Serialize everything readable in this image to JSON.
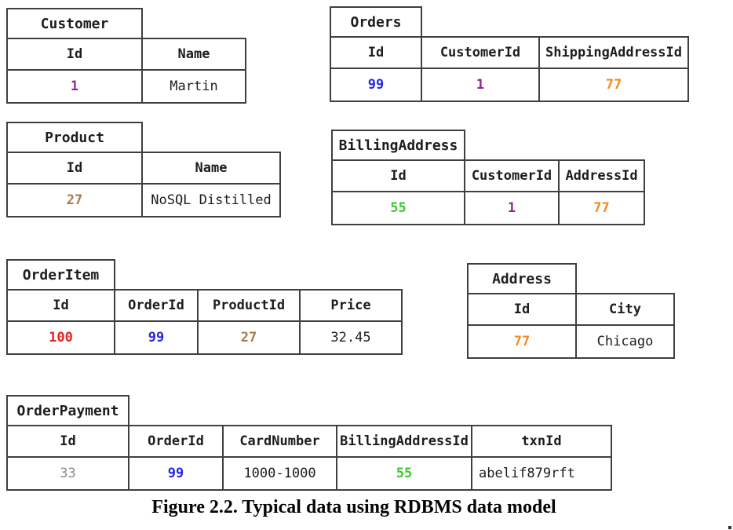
{
  "figure_caption": "Figure 2.2. Typical data using RDBMS data model",
  "key_colors": {
    "customer_id": "#93278F",
    "order_id": "#2526E0",
    "address_id": "#F08C1E",
    "product_id": "#A87B4A",
    "billing_address_id": "#3ACB2E",
    "order_item_id": "#E02421",
    "order_payment_id": "#8C8C8C",
    "plain_text": "#1d1d1d"
  },
  "tables": [
    {
      "title": "Customer",
      "columns": [
        "Id",
        "Name"
      ],
      "cells": [
        {
          "value": "1",
          "color": "#93278F"
        },
        {
          "value": "Martin",
          "color": "#1d1d1d"
        }
      ]
    },
    {
      "title": "Orders",
      "columns": [
        "Id",
        "CustomerId",
        "ShippingAddressId"
      ],
      "cells": [
        {
          "value": "99",
          "color": "#2526E0"
        },
        {
          "value": "1",
          "color": "#93278F"
        },
        {
          "value": "77",
          "color": "#F08C1E"
        }
      ]
    },
    {
      "title": "Product",
      "columns": [
        "Id",
        "Name"
      ],
      "cells": [
        {
          "value": "27",
          "color": "#A87B4A"
        },
        {
          "value": "NoSQL Distilled",
          "color": "#1d1d1d"
        }
      ]
    },
    {
      "title": "BillingAddress",
      "columns": [
        "Id",
        "CustomerId",
        "AddressId"
      ],
      "cells": [
        {
          "value": "55",
          "color": "#3ACB2E"
        },
        {
          "value": "1",
          "color": "#93278F"
        },
        {
          "value": "77",
          "color": "#F08C1E"
        }
      ]
    },
    {
      "title": "OrderItem",
      "columns": [
        "Id",
        "OrderId",
        "ProductId",
        "Price"
      ],
      "cells": [
        {
          "value": "100",
          "color": "#E02421"
        },
        {
          "value": "99",
          "color": "#2526E0"
        },
        {
          "value": "27",
          "color": "#A87B4A"
        },
        {
          "value": "32.45",
          "color": "#1d1d1d"
        }
      ]
    },
    {
      "title": "Address",
      "columns": [
        "Id",
        "City"
      ],
      "cells": [
        {
          "value": "77",
          "color": "#F08C1E"
        },
        {
          "value": "Chicago",
          "color": "#1d1d1d"
        }
      ]
    },
    {
      "title": "OrderPayment",
      "columns": [
        "Id",
        "OrderId",
        "CardNumber",
        "BillingAddressId",
        "txnId"
      ],
      "cells": [
        {
          "value": "33",
          "color": "#8C8C8C"
        },
        {
          "value": "99",
          "color": "#2526E0"
        },
        {
          "value": "1000-1000",
          "color": "#1d1d1d"
        },
        {
          "value": "55",
          "color": "#3ACB2E"
        },
        {
          "value": "abelif879rft",
          "color": "#1d1d1d"
        }
      ]
    }
  ]
}
